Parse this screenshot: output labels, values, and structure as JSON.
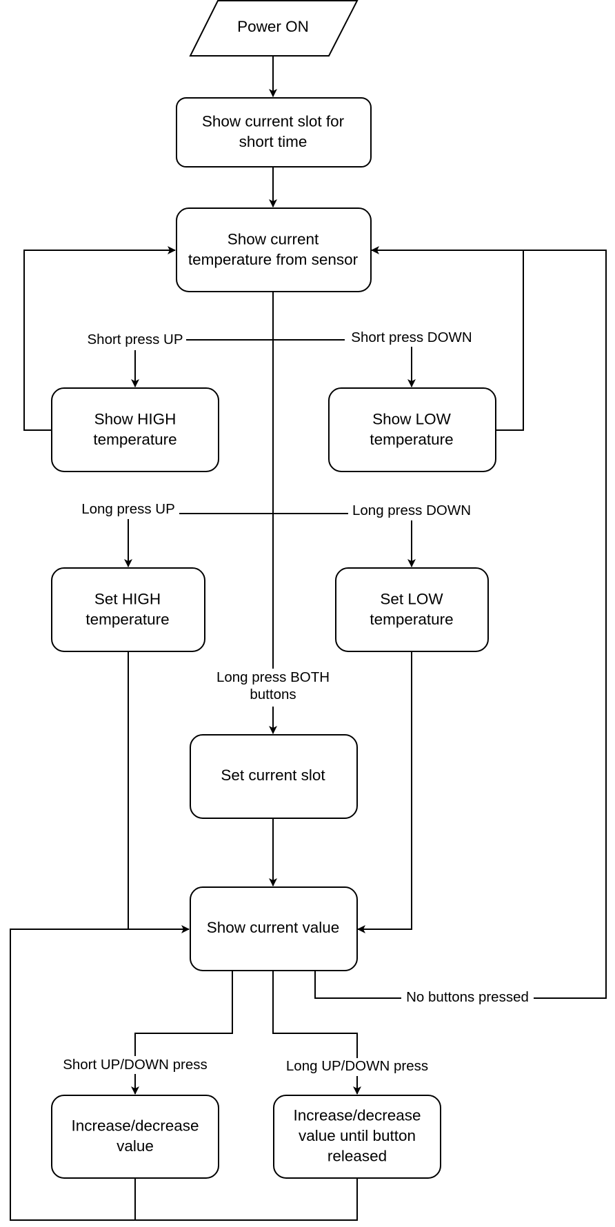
{
  "nodes": {
    "power_on": [
      "Power ON"
    ],
    "show_slot": [
      "Show current slot for",
      "short time"
    ],
    "show_temp": [
      "Show current",
      "temperature from sensor"
    ],
    "show_high": [
      "Show HIGH",
      "temperature"
    ],
    "show_low": [
      "Show LOW",
      "temperature"
    ],
    "set_high": [
      "Set HIGH",
      "temperature"
    ],
    "set_low": [
      "Set LOW",
      "temperature"
    ],
    "set_slot": [
      "Set current slot"
    ],
    "show_value": [
      "Show current value"
    ],
    "inc_dec": [
      "Increase/decrease",
      "value"
    ],
    "inc_dec_hold": [
      "Increase/decrease",
      "value until button",
      "released"
    ]
  },
  "edge_labels": {
    "short_up": [
      "Short press UP"
    ],
    "short_down": [
      "Short press DOWN"
    ],
    "long_up": [
      "Long press UP"
    ],
    "long_down": [
      "Long press DOWN"
    ],
    "long_both": [
      "Long press BOTH",
      "buttons"
    ],
    "no_buttons": [
      "No buttons pressed"
    ],
    "short_updown": [
      "Short UP/DOWN press"
    ],
    "long_updown": [
      "Long UP/DOWN press"
    ]
  },
  "colors": {
    "stroke": "#000000",
    "fill": "#ffffff",
    "text": "#000000"
  }
}
